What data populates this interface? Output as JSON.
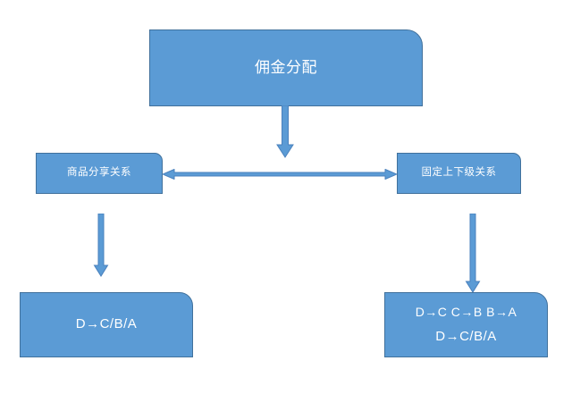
{
  "diagram": {
    "title_node": {
      "label": "佣金分配"
    },
    "middle_nodes": [
      {
        "label": "商品分享关系"
      },
      {
        "label": "固定上下级关系"
      }
    ],
    "bottom_nodes": [
      {
        "line_1": "D→C/B/A"
      },
      {
        "line_1": "D→C  C→B  B→A",
        "line_2": "D→C/B/A"
      }
    ],
    "connectors": [
      {
        "name": "arrow-top-to-middle",
        "kind": "arrow-down"
      },
      {
        "name": "arrow-between-middle-nodes",
        "kind": "arrow-double-horizontal"
      },
      {
        "name": "arrow-left-middle-to-bottom",
        "kind": "arrow-down"
      },
      {
        "name": "arrow-right-middle-to-bottom",
        "kind": "arrow-down"
      }
    ],
    "colors": {
      "node_fill": "#5b9bd5",
      "node_border": "#41719c",
      "node_text": "#ffffff",
      "connector": "#4a81bd",
      "background": "#ffffff"
    }
  }
}
